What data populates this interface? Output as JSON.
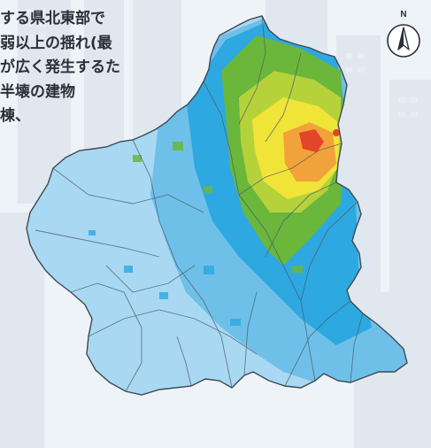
{
  "caption": {
    "lines": [
      "する県北東部で",
      "弱以上の揺れ(最",
      "が広く発生するた",
      "半壊の建物",
      "棟、"
    ]
  },
  "compass": {
    "north_label": "N"
  },
  "colors": {
    "water_blue": "#6fc0e8",
    "light_blue": "#a9d8f2",
    "cyan": "#2ea8e0",
    "green": "#6ab73c",
    "yellow_green": "#b6d23a",
    "yellow": "#f0e438",
    "orange": "#f2a23a",
    "red": "#e2452a",
    "boundary": "#4a5a66",
    "background": "#eef3f8"
  }
}
